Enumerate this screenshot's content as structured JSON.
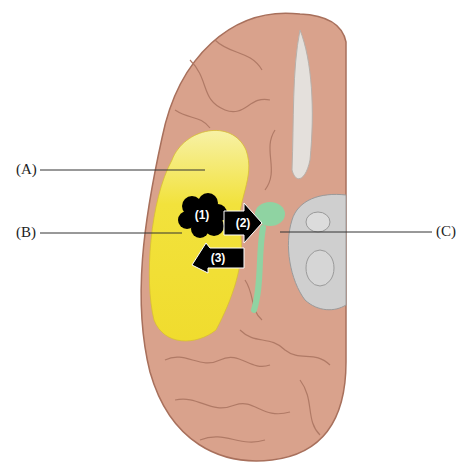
{
  "diagram": {
    "nodes": [
      {
        "text": [
          "(1)"
        ]
      },
      {
        "text": [
          "(2)"
        ]
      },
      {
        "text": [
          "(3)"
        ]
      }
    ],
    "labels": [
      "(A)",
      "(B)",
      "(C)"
    ]
  }
}
